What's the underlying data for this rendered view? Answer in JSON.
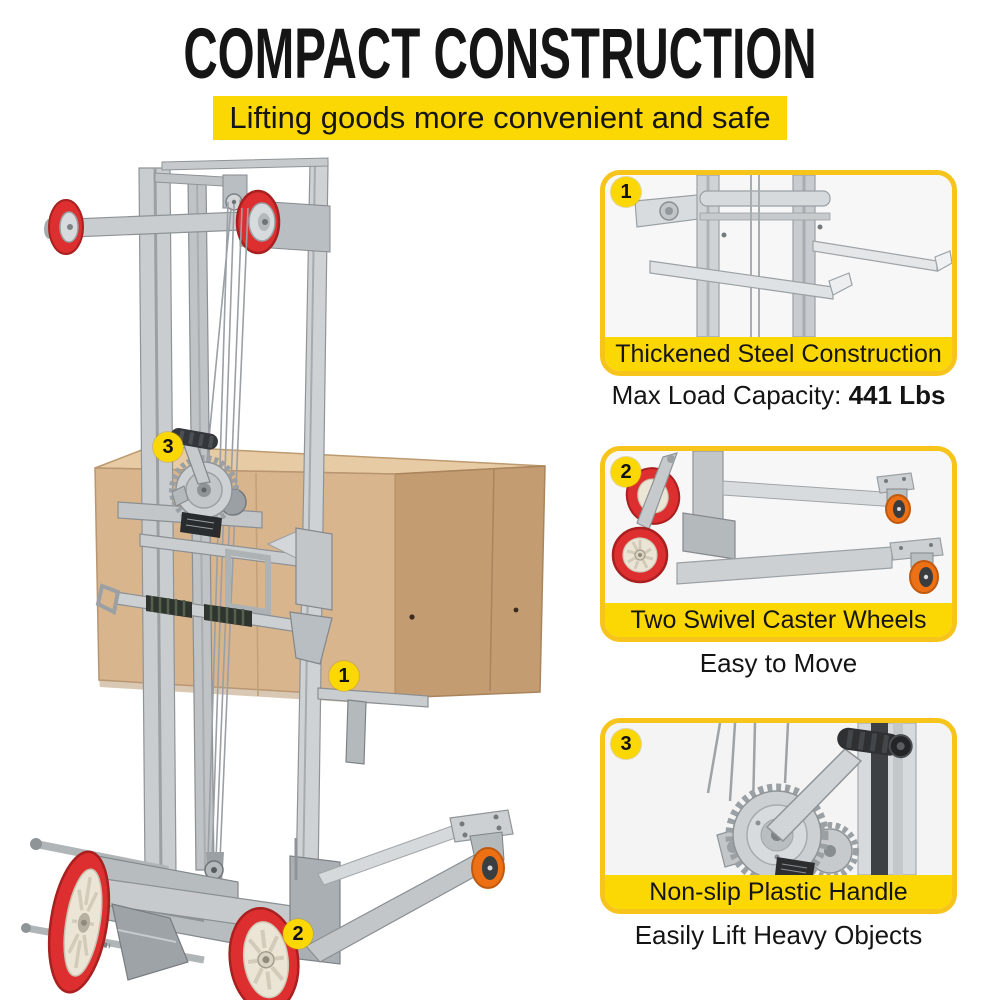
{
  "header": {
    "title": "COMPACT CONSTRUCTION",
    "subtitle": "Lifting goods more convenient and safe"
  },
  "markers": [
    {
      "number": "3"
    },
    {
      "number": "1"
    },
    {
      "number": "2"
    }
  ],
  "panels": [
    {
      "number": "1",
      "banner": "Thickened Steel Construction",
      "caption_regular": "Max Load Capacity: ",
      "caption_bold": "441 Lbs"
    },
    {
      "number": "2",
      "banner": "Two Swivel Caster Wheels",
      "caption_regular": "Easy to Move",
      "caption_bold": ""
    },
    {
      "number": "3",
      "banner": "Non-slip Plastic Handle",
      "caption_regular": "Easily Lift Heavy Objects",
      "caption_bold": ""
    }
  ],
  "colors": {
    "accent_yellow": "#FBD703",
    "card_border_yellow": "#F6C41B",
    "wheel_red": "#DD2F2F",
    "caster_orange": "#ED7014",
    "cardboard_tan": "#D8B58D",
    "text_black": "#141414"
  }
}
